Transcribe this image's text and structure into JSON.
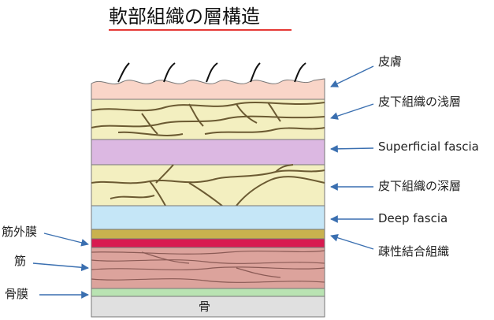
{
  "title": "軟部組織の層構造",
  "labels": {
    "skin": "皮膚",
    "subcutaneous_superficial": "皮下組織の浅層",
    "superficial_fascia": "Superficial fascia",
    "subcutaneous_deep": "皮下組織の深層",
    "deep_fascia": "Deep fascia",
    "loose_connective": "疎性結合組織",
    "epimysium": "筋外膜",
    "muscle": "筋",
    "periosteum": "骨膜",
    "bone": "骨"
  },
  "colors": {
    "skin": "#f9d5c8",
    "subcutaneous": "#f3efc0",
    "superficial_fascia": "#dcb8e2",
    "deep_fascia": "#c5e6f7",
    "epimysium": "#c9b24e",
    "loose_connective": "#d81b50",
    "muscle": "#dca39c",
    "periosteum": "#b9e3b2",
    "bone": "#e0e0e0",
    "fiber": "#6b5a32",
    "arrow": "#3a6fb0",
    "title_underline": "#e53935"
  }
}
